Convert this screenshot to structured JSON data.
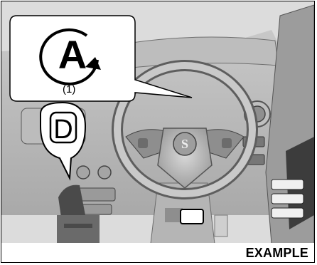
{
  "callout": {
    "auto_stop_symbol": "A",
    "auto_stop_number": "(1)",
    "gear_symbol": "D"
  },
  "steering_logo": "S",
  "caption": "EXAMPLE",
  "icons": [
    "auto-start-stop-icon",
    "gear-d-icon",
    "down-arrow-icon"
  ]
}
